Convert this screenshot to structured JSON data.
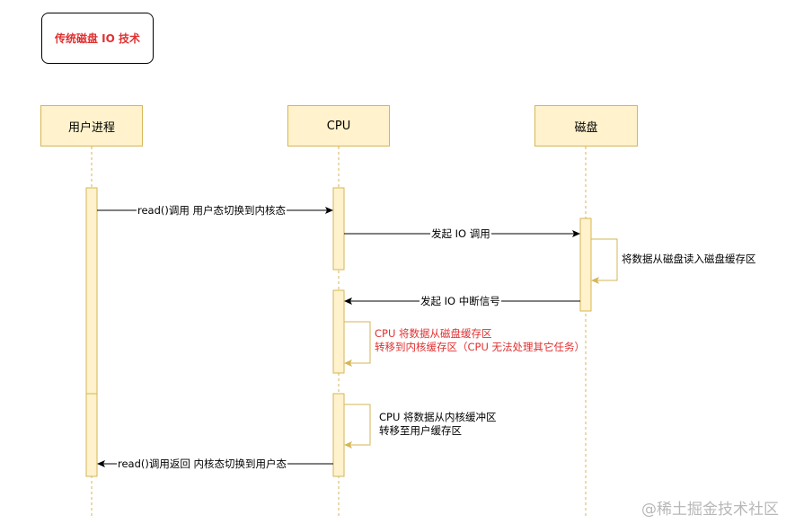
{
  "title": "传统磁盘 IO 技术",
  "actors": {
    "user_process": "用户进程",
    "cpu": "CPU",
    "disk": "磁盘"
  },
  "messages": {
    "read_call": "read()调用 用户态切换到内核态",
    "io_call": "发起 IO 调用",
    "disk_to_buffer": "将数据从磁盘读入磁盘缓存区",
    "io_interrupt": "发起 IO 中断信号",
    "cpu_copy_kernel_line1": "CPU 将数据从磁盘缓存区",
    "cpu_copy_kernel_line2": "转移到内核缓存区（CPU 无法处理其它任务）",
    "cpu_copy_user_line1": "CPU 将数据从内核缓冲区",
    "cpu_copy_user_line2": "转移至用户缓存区",
    "read_return": "read()调用返回 内核态切换到用户态"
  },
  "watermark": "@稀土掘金技术社区",
  "colors": {
    "actor_fill": "#fff2cc",
    "actor_stroke": "#d6b656",
    "highlight_text": "#e03030",
    "line": "#000000"
  }
}
